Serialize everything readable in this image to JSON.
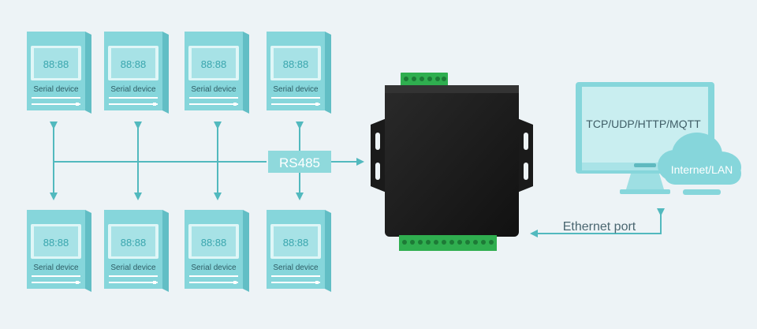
{
  "serial_devices": [
    {
      "display": "88:88",
      "label": "Serial device"
    },
    {
      "display": "88:88",
      "label": "Serial device"
    },
    {
      "display": "88:88",
      "label": "Serial device"
    },
    {
      "display": "88:88",
      "label": "Serial device"
    },
    {
      "display": "88:88",
      "label": "Serial device"
    },
    {
      "display": "88:88",
      "label": "Serial device"
    },
    {
      "display": "88:88",
      "label": "Serial device"
    },
    {
      "display": "88:88",
      "label": "Serial device"
    }
  ],
  "bus_label": "RS485",
  "ethernet_label": "Ethernet port",
  "monitor_text": "TCP/UDP/HTTP/MQTT",
  "cloud_label": "Internet/LAN",
  "colors": {
    "device_front": "#86d6db",
    "device_side": "#62bec5",
    "device_top": "#b7ebee",
    "screen_border": "#dff6f7",
    "screen_fill": "#a7e2e6",
    "digits": "#3aa6ae",
    "line": "#52b9be",
    "label_box": "#8fd9dc",
    "gateway_body": "#1b1b1b",
    "terminal_green": "#2fae4f",
    "background": "#edf3f6"
  }
}
